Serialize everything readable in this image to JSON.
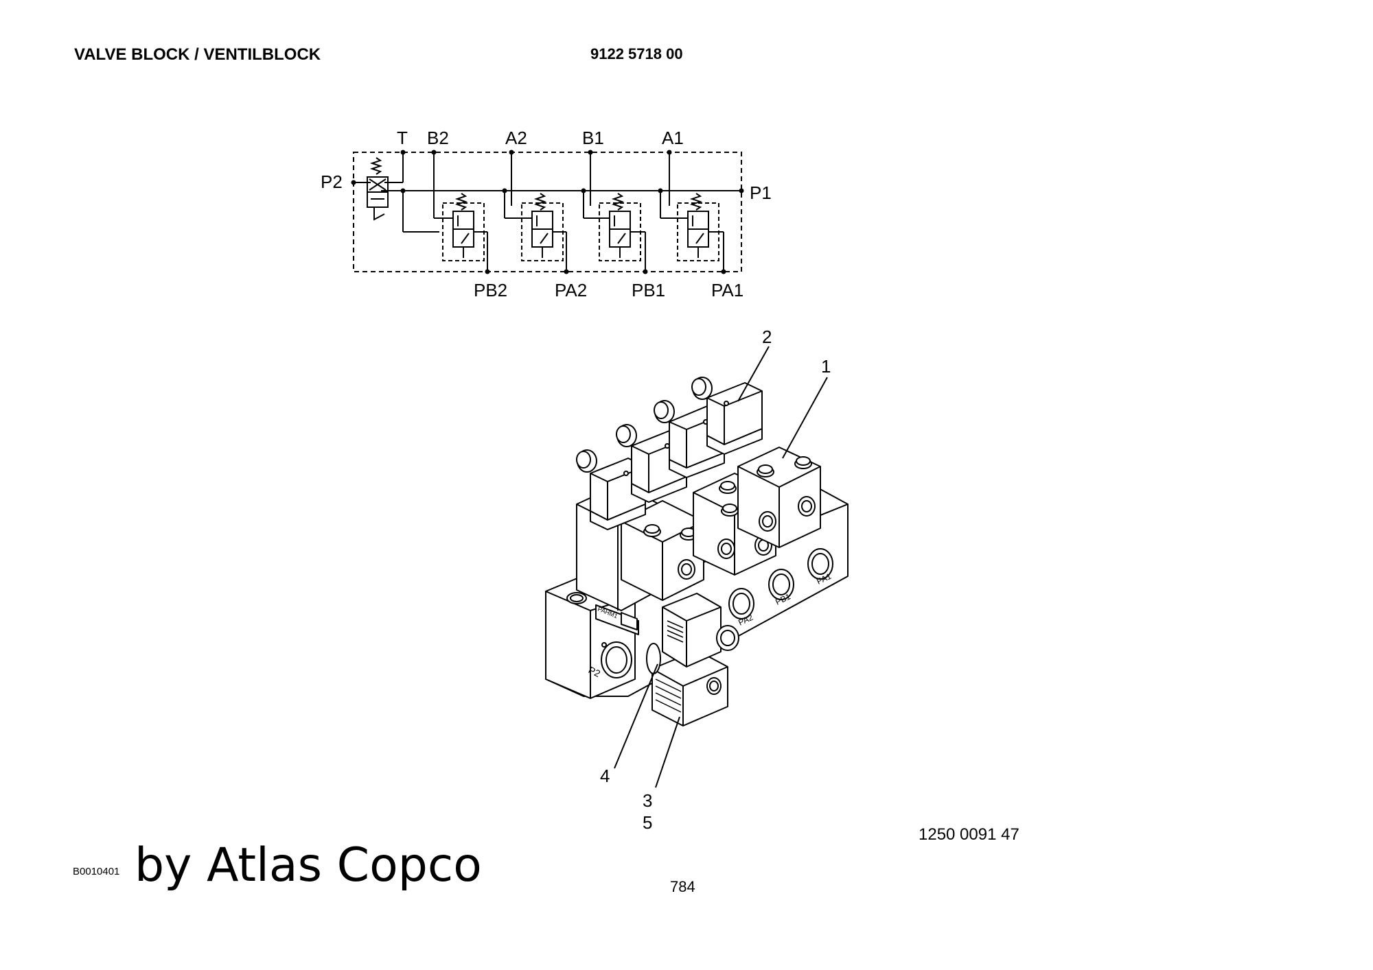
{
  "header": {
    "title": "VALVE BLOCK / VENTILBLOCK",
    "part_number": "9122 5718 00"
  },
  "schematic": {
    "ports": {
      "T": "T",
      "B2": "B2",
      "A2": "A2",
      "B1": "B1",
      "A1": "A1",
      "P2": "P2",
      "P1": "P1",
      "PB2": "PB2",
      "PA2": "PA2",
      "PB1": "PB1",
      "PA1": "PA1"
    }
  },
  "callouts": {
    "c1": "1",
    "c2": "2",
    "c3": "3",
    "c4": "4",
    "c5": "5"
  },
  "body_labels": {
    "pa1": "PA1",
    "pb1": "PB1",
    "pa2": "PA2",
    "p2": "P2",
    "plate": "PAHM1"
  },
  "footer": {
    "drawing_number": "1250 0091 47",
    "image_code": "B0010401",
    "brand": "by Atlas Copco",
    "page_number": "784"
  }
}
